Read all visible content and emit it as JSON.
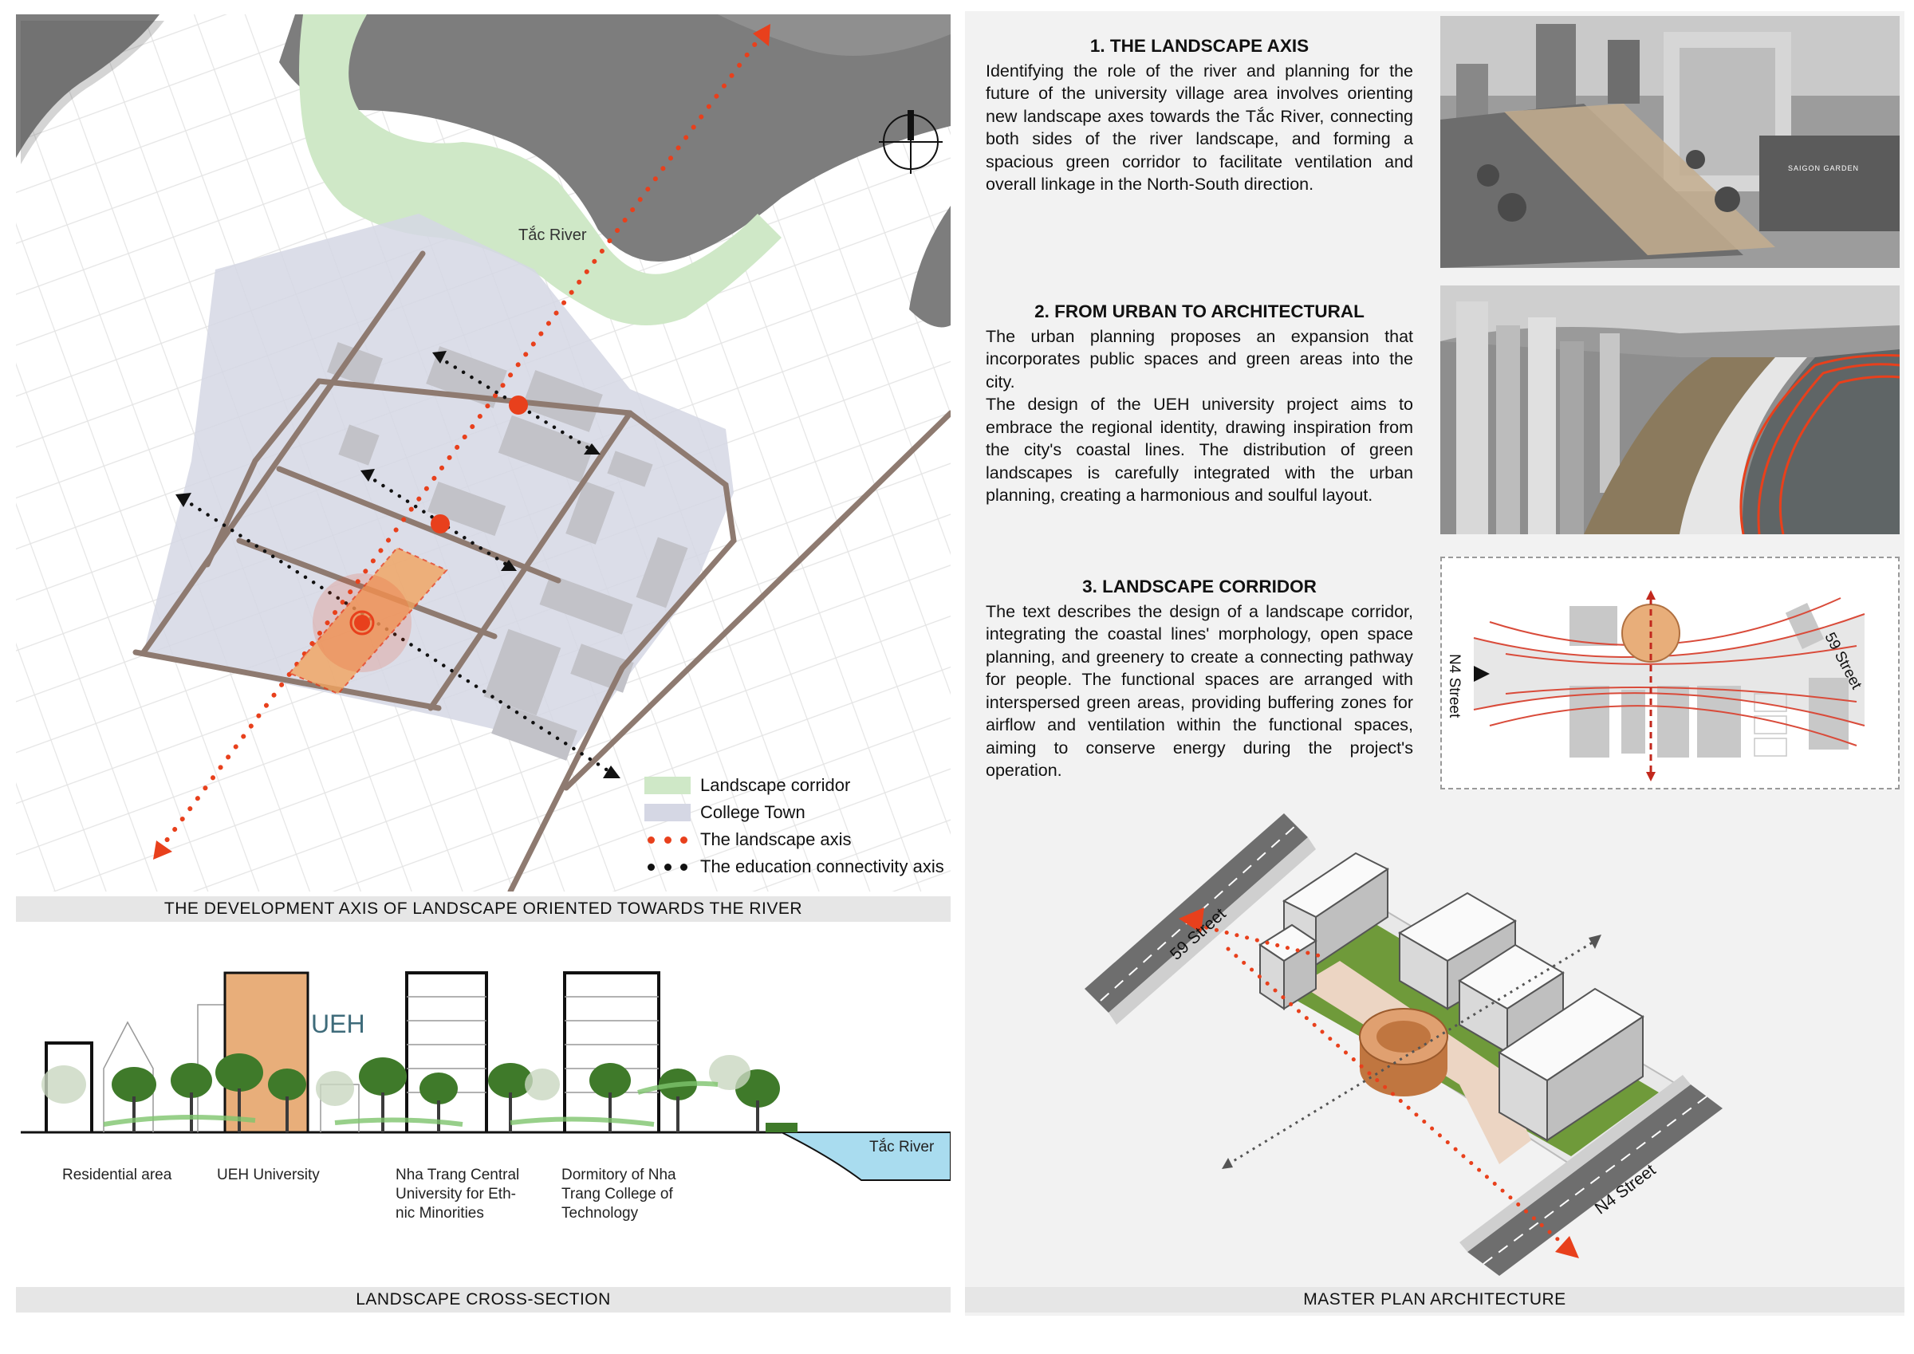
{
  "map": {
    "river_label": "Tắc River",
    "caption": "THE DEVELOPMENT AXIS OF LANDSCAPE ORIENTED TOWARDS THE RIVER",
    "legend": [
      {
        "label": "Landscape corridor",
        "color": "#cfe8c7"
      },
      {
        "label": "College Town",
        "color": "#d5d7e4"
      },
      {
        "label": "The landscape axis",
        "color": "#e8401c"
      },
      {
        "label": "The education connectivity axis",
        "color": "#111111"
      }
    ]
  },
  "section": {
    "caption": "LANDSCAPE CROSS-SECTION",
    "ueh_sign": "UEH",
    "river_label": "Tắc River",
    "labels": {
      "residential": "Residential area",
      "ueh": "UEH University",
      "nhatrang_1": "Nha Trang Central",
      "nhatrang_2": "University for Eth-",
      "nhatrang_3": "nic Minorities",
      "dorm_1": "Dormitory of Nha",
      "dorm_2": "Trang College of",
      "dorm_3": "Technology"
    }
  },
  "texts": [
    {
      "title": "1. THE LANDSCAPE AXIS",
      "body": "Identifying the role of the river and planning for the future of the university village area involves orienting new landscape axes towards the Tắc River, connecting both sides of the river landscape, and forming a spacious green corridor to facilitate ventilation and overall linkage in the North-South direction."
    },
    {
      "title": "2. FROM URBAN TO ARCHITECTURAL",
      "body1": "The urban planning proposes an expansion that incorporates public spaces and green areas into the city.",
      "body2": "The design of the UEH university project aims to embrace the regional identity, drawing inspiration from the city's coastal lines. The distribution of green landscapes is carefully integrated with the urban planning, creating a harmonious and soulful layout."
    },
    {
      "title": "3. LANDSCAPE CORRIDOR",
      "body": "The text describes the design of a landscape corridor, integrating the coastal lines' morphology, open space planning, and greenery to create a connecting pathway for people. The functional spaces are arranged with interspersed green areas, providing buffering zones for airflow and ventilation within the functional spaces, aiming to conserve energy during the project's operation."
    }
  ],
  "photo1": {
    "sign": "SAIGON GARDEN"
  },
  "diagram3": {
    "street_left": "N4 Street",
    "street_right": "59 Street"
  },
  "masterplan": {
    "caption": "MASTER PLAN ARCHITECTURE",
    "street_top": "59 Street",
    "street_bottom": "N4 Street"
  },
  "colors": {
    "accent_orange": "#e8401c",
    "corridor_green": "#cfe8c7",
    "college_lavender": "#d5d7e4",
    "river_gray": "#7d7d7d",
    "ueh_orange": "#e8ae7a",
    "lawn_green": "#6f9a3a"
  }
}
